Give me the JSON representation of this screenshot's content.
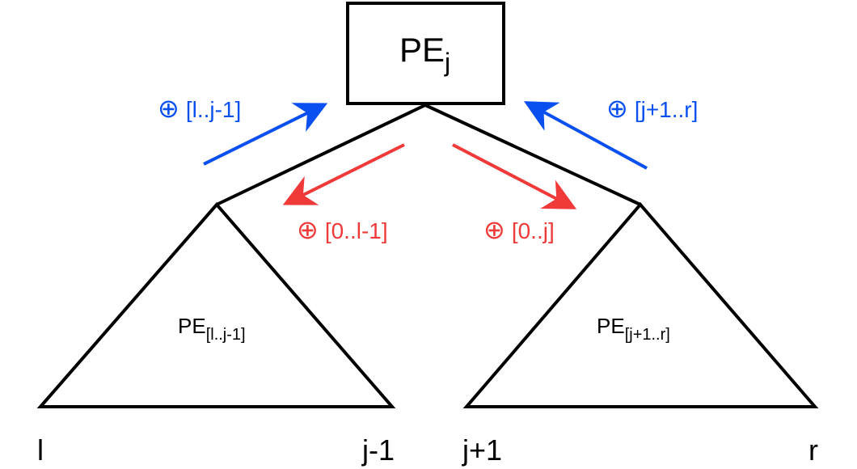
{
  "colors": {
    "stroke": "#000000",
    "up_arrow": "#0a50f0",
    "down_arrow": "#f03a3a"
  },
  "root": {
    "main": "PE",
    "sub": "j"
  },
  "left_subtree": {
    "main": "PE",
    "sub": "[l..j-1]"
  },
  "right_subtree": {
    "main": "PE",
    "sub": "[j+1..r]"
  },
  "arrows": {
    "up_left": {
      "symbol": "⊕",
      "text": "[l..j-1]"
    },
    "up_right": {
      "symbol": "⊕",
      "text": "[j+1..r]"
    },
    "down_left": {
      "symbol": "⊕",
      "text": "[0..l-1]"
    },
    "down_right": {
      "symbol": "⊕",
      "text": "[0..j]"
    }
  },
  "leaf_labels": {
    "l": "l",
    "j_minus_1": "j-1",
    "j_plus_1": "j+1",
    "r": "r"
  }
}
